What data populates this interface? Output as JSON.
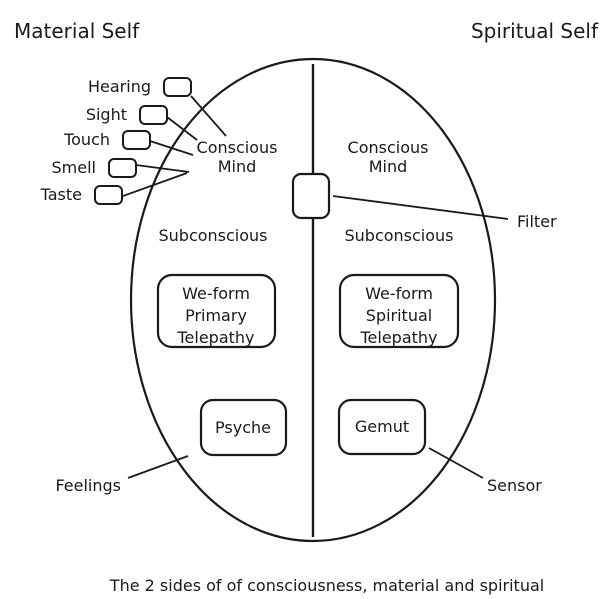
{
  "page": {
    "title_left": "Material Self",
    "title_right": "Spiritual Self",
    "caption": "The 2 sides of of consciousness, material and spiritual"
  },
  "colors": {
    "ink": "#1a1a1a",
    "background": "#ffffff"
  },
  "senses": [
    "Hearing",
    "Sight",
    "Touch",
    "Smell",
    "Taste"
  ],
  "hemispheres": {
    "left": {
      "conscious": [
        "Conscious",
        "Mind"
      ],
      "subconscious": "Subconscious",
      "telepathy": [
        "We-form",
        "Primary",
        "Telepathy"
      ],
      "core": "Psyche"
    },
    "right": {
      "conscious": [
        "Conscious",
        "Mind"
      ],
      "subconscious": "Subconscious",
      "telepathy": [
        "We-form",
        "Spiritual",
        "Telepathy"
      ],
      "core": "Gemut"
    }
  },
  "annotations": {
    "filter": "Filter",
    "feelings": "Feelings",
    "sensor": "Sensor"
  }
}
